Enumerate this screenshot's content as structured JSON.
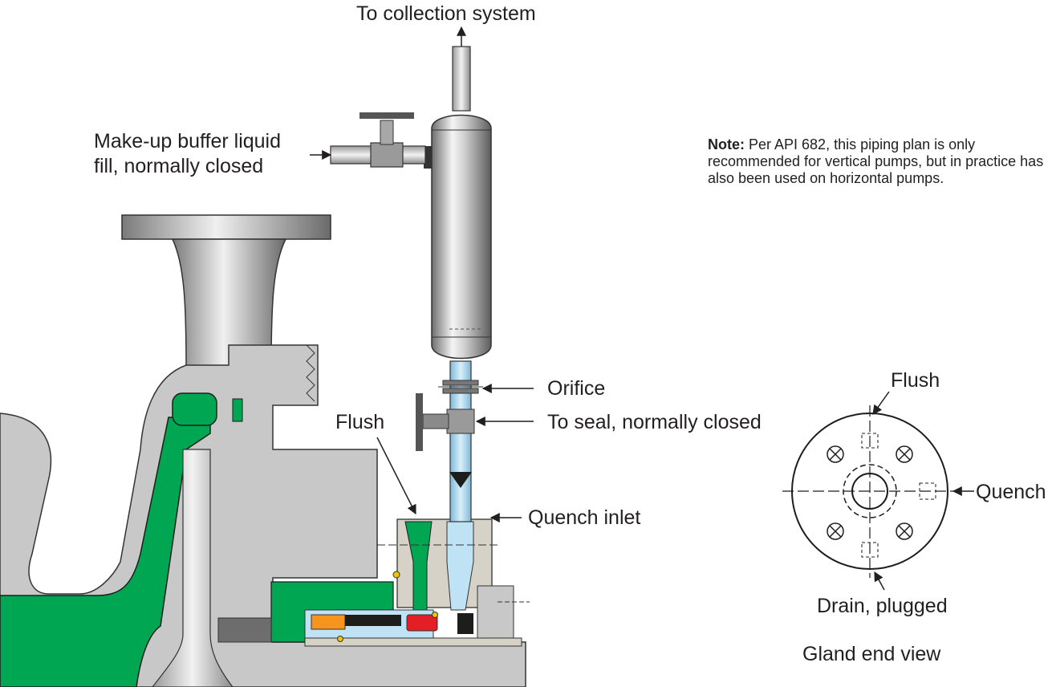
{
  "labels": {
    "collection": "To collection system",
    "makeup_line1": "Make-up buffer liquid",
    "makeup_line2": "fill, normally closed",
    "orifice": "Orifice",
    "to_seal": "To seal, normally closed",
    "flush_main": "Flush",
    "quench_inlet": "Quench inlet",
    "flush_end": "Flush",
    "quench_end": "Quench",
    "drain": "Drain, plugged",
    "gland_view": "Gland end view"
  },
  "note": {
    "prefix": "Note:",
    "text": " Per API 682, this piping plan is only recommended for vertical pumps, but in practice has also been used on horizontal pumps."
  },
  "colors": {
    "green": "#00a651",
    "gray": "#c8c8c8",
    "dark_gray": "#8a8a8a",
    "blue": "#bfe3f4",
    "red": "#e31e24",
    "orange": "#f7941d",
    "tan": "#d7d2c8"
  }
}
